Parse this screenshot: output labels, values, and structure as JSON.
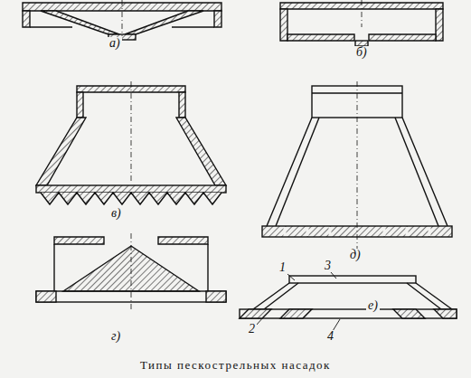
{
  "diagram": {
    "caption": "Типы пескострельных насадок",
    "labels": [
      "а)",
      "б)",
      "в)",
      "д)",
      "г)",
      "1",
      "3",
      "е)",
      "2",
      "4"
    ]
  }
}
